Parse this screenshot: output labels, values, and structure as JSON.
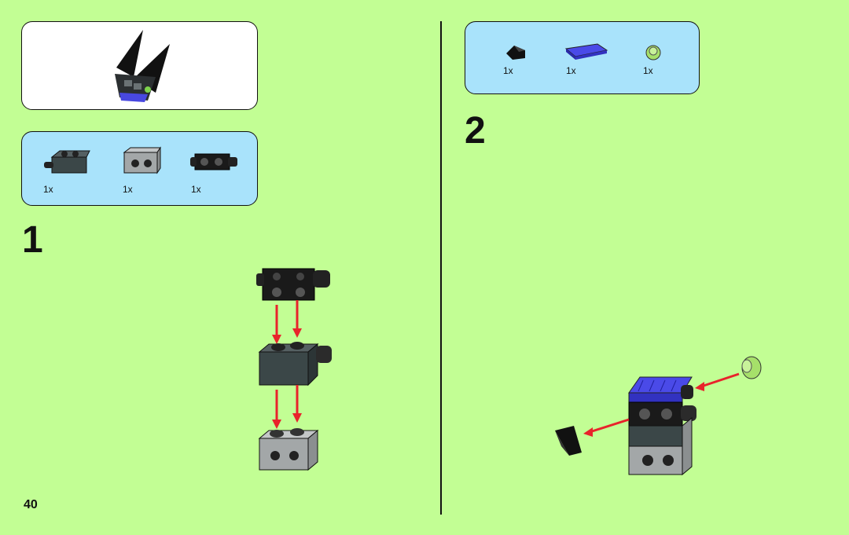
{
  "page": {
    "number": "40",
    "background": "#c2fe94"
  },
  "left": {
    "model_preview": {
      "icon": "batwing-model-icon"
    },
    "parts_list": {
      "items": [
        {
          "icon": "dark-gray-hinge-brick-icon",
          "qty": "1x"
        },
        {
          "icon": "light-gray-brick-studs-icon",
          "qty": "1x"
        },
        {
          "icon": "black-double-stud-clip-icon",
          "qty": "1x"
        }
      ]
    },
    "step": {
      "number": "1"
    }
  },
  "right": {
    "parts_list": {
      "items": [
        {
          "icon": "black-slope-tile-icon",
          "qty": "1x"
        },
        {
          "icon": "blue-grille-plate-icon",
          "qty": "1x"
        },
        {
          "icon": "lime-round-plate-icon",
          "qty": "1x"
        }
      ]
    },
    "step": {
      "number": "2"
    }
  },
  "colors": {
    "arrow": "#e8232b",
    "parts_box": "#a9e3fb",
    "dark_gray": "#3b4748",
    "light_gray": "#a3a7a8",
    "blue": "#3a3ad8",
    "lime": "#a6e06a"
  }
}
